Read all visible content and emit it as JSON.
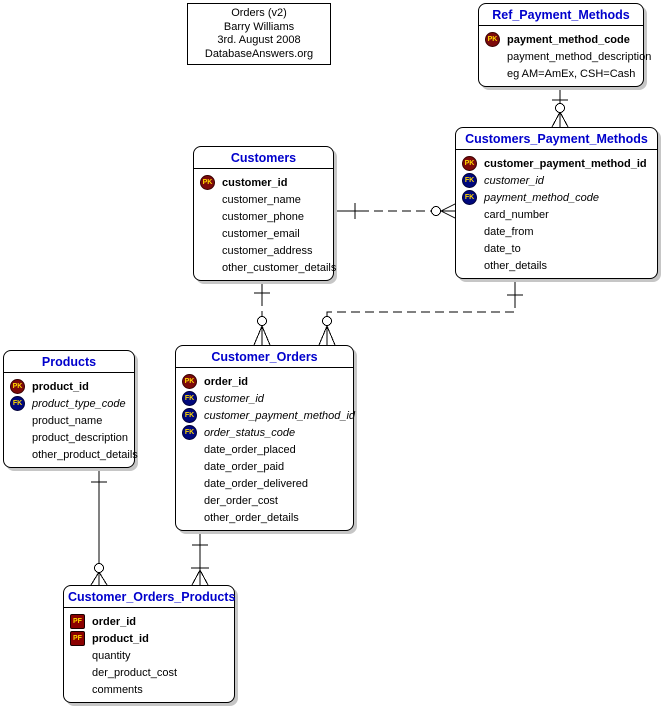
{
  "title_box": {
    "lines": [
      "Orders (v2)",
      "Barry Williams",
      "3rd. August 2008",
      "DatabaseAnswers.org"
    ]
  },
  "colors": {
    "header_text": "#0000cc",
    "pk_fill": "#7d0a0a",
    "fk_fill": "#00087d",
    "pf_fill": "#8b0000",
    "key_text": "#ffd700",
    "shadow": "#c6c6c6",
    "line": "#000000"
  },
  "entities": [
    {
      "name": "Ref_Payment_Methods",
      "rows": [
        {
          "key": "PK",
          "label": "payment_method_code"
        },
        {
          "label": "payment_method_description"
        },
        {
          "label": "eg AM=AmEx, CSH=Cash"
        }
      ]
    },
    {
      "name": "Customers_Payment_Methods",
      "rows": [
        {
          "key": "PK",
          "label": "customer_payment_method_id"
        },
        {
          "key": "FK",
          "label": "customer_id"
        },
        {
          "key": "FK",
          "label": "payment_method_code"
        },
        {
          "label": "card_number"
        },
        {
          "label": "date_from"
        },
        {
          "label": "date_to"
        },
        {
          "label": "other_details"
        }
      ]
    },
    {
      "name": "Customers",
      "rows": [
        {
          "key": "PK",
          "label": "customer_id"
        },
        {
          "label": "customer_name"
        },
        {
          "label": "customer_phone"
        },
        {
          "label": "customer_email"
        },
        {
          "label": "customer_address"
        },
        {
          "label": "other_customer_details"
        }
      ]
    },
    {
      "name": "Products",
      "rows": [
        {
          "key": "PK",
          "label": "product_id"
        },
        {
          "key": "FK",
          "label": "product_type_code"
        },
        {
          "label": "product_name"
        },
        {
          "label": "product_description"
        },
        {
          "label": "other_product_details"
        }
      ]
    },
    {
      "name": "Customer_Orders",
      "rows": [
        {
          "key": "PK",
          "label": "order_id"
        },
        {
          "key": "FK",
          "label": "customer_id"
        },
        {
          "key": "FK",
          "label": "customer_payment_method_id"
        },
        {
          "key": "FK",
          "label": "order_status_code"
        },
        {
          "label": "date_order_placed"
        },
        {
          "label": "date_order_paid"
        },
        {
          "label": "date_order_delivered"
        },
        {
          "label": "der_order_cost"
        },
        {
          "label": "other_order_details"
        }
      ]
    },
    {
      "name": "Customer_Orders_Products",
      "rows": [
        {
          "key": "PF",
          "label": "order_id"
        },
        {
          "key": "PF",
          "label": "product_id"
        },
        {
          "label": "quantity"
        },
        {
          "label": "der_product_cost"
        },
        {
          "label": "comments"
        }
      ]
    }
  ],
  "relationships": [
    {
      "from": "Ref_Payment_Methods",
      "to": "Customers_Payment_Methods",
      "from_card": "one",
      "to_card": "zero-or-many",
      "line": "solid"
    },
    {
      "from": "Customers",
      "to": "Customers_Payment_Methods",
      "from_card": "one",
      "to_card": "zero-or-many",
      "line": "dashed"
    },
    {
      "from": "Customers",
      "to": "Customer_Orders",
      "from_card": "one",
      "to_card": "zero-or-many",
      "line": "dashed"
    },
    {
      "from": "Customers_Payment_Methods",
      "to": "Customer_Orders",
      "from_card": "one",
      "to_card": "zero-or-many",
      "line": "dashed"
    },
    {
      "from": "Products",
      "to": "Customer_Orders_Products",
      "from_card": "one",
      "to_card": "zero-or-many",
      "line": "solid"
    },
    {
      "from": "Customer_Orders",
      "to": "Customer_Orders_Products",
      "from_card": "one",
      "to_card": "one-or-many",
      "line": "solid"
    }
  ]
}
